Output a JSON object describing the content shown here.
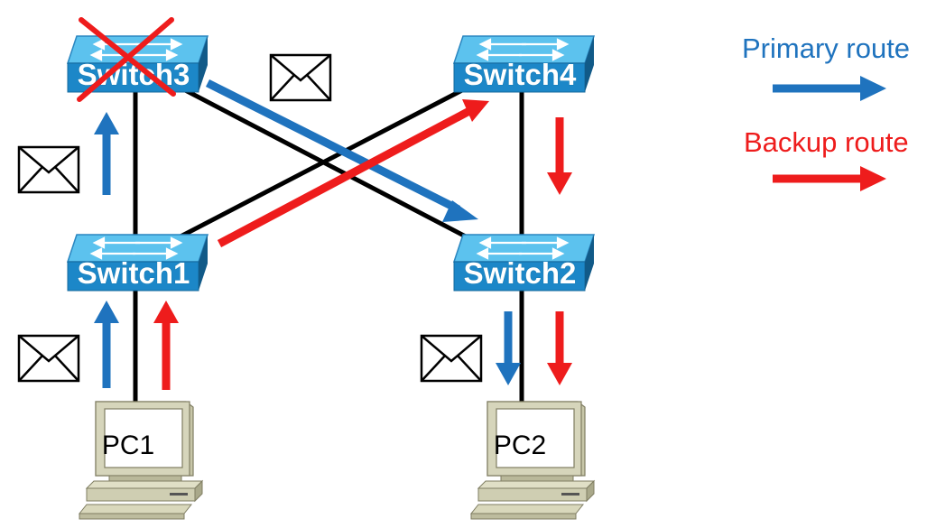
{
  "legend": {
    "primary_label": "Primary route",
    "backup_label": "Backup route"
  },
  "colors": {
    "primary": "#1f73be",
    "backup": "#ee1c1c",
    "link": "#000000",
    "switch_top": "#4fb8e8",
    "switch_side": "#1a6ea4"
  },
  "switches": {
    "switch1": "Switch1",
    "switch2": "Switch2",
    "switch3": "Switch3",
    "switch4": "Switch4"
  },
  "switch3_failed": true,
  "pcs": {
    "pc1": "PC1",
    "pc2": "PC2"
  },
  "icons": [
    "envelope-icon",
    "failed-x-icon",
    "switch-icon",
    "pc-icon"
  ]
}
